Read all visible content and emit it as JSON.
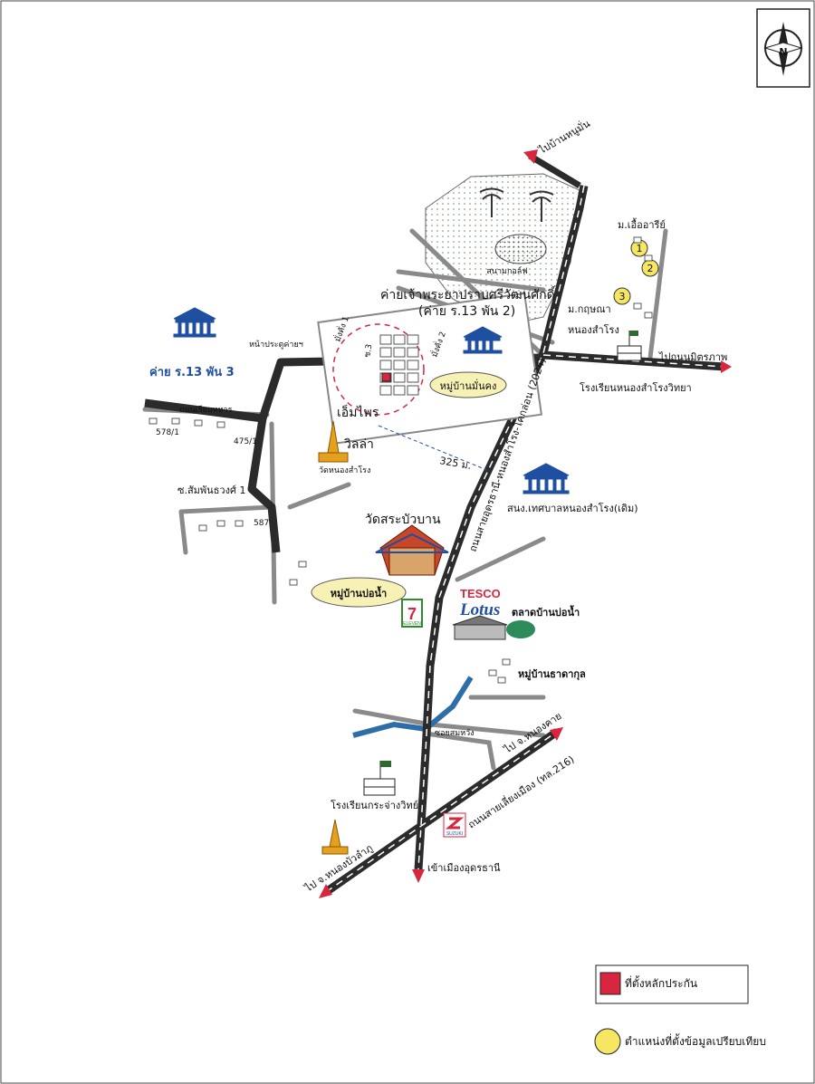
{
  "labels": {
    "north": "N",
    "to_ban_nong_mun": "ไปบ้านหนูมั่น",
    "golf_course": "สนามกอล์ฟ",
    "camp_prajak": "ค่ายเจ้าพระยาปราบศรีวัฒนศักดิ์",
    "camp_13_2": "(ค่าย ร.13 พัน 2)",
    "camp_13_3": "ค่าย ร.13 พัน 3",
    "camp_front": "หน้าประตูค่ายฯ",
    "m_ua_aree": "ม.เอื้ออารีย์",
    "m_krisna": "ม.กฤษณา",
    "nong_sam_rong": "หนองสำโรง",
    "to_mitraphap": "ไปถนนมิตรภาพ",
    "school_nsr_witthaya": "โรงเรียนหนองสำโรงวิทยา",
    "moo_ban_mankhong": "หมู่บ้านมั่นคง",
    "road_3": "ถนนเรียบทหาร",
    "m_575": "578/1",
    "m_475": "475/1",
    "m_587": "587",
    "emphai": "เอ็มไพร",
    "villa": "วิลล่า",
    "wat_nong_sam_rong": "วัดหนองสำโรง",
    "distance": "325 ม.",
    "soi_samphan": "ซ.สัมพันธวงศ์ 1",
    "wat_sra_bua_ban": "วัดสระบัวบาน",
    "municipality": "สนง.เทศบาลหนองสำโรง(เดิม)",
    "main_road": "ถนนสายอุดรธานี-หนองสำโรง-โคกล่อน (2024)",
    "moo_ban_bo_nam": "หมู่บ้านบ่อน้ำ",
    "tesco": "TESCO",
    "lotus": "Lotus",
    "market": "ตลาดบ้านบ่อน้ำ",
    "seven": "7",
    "eleven": "ELEVEN",
    "moo_ban_thakul": "หมู่บ้านธาดากุล",
    "soi_somwang": "ซอยสมหวัง",
    "to_nong_khai": "ไป จ.หนองคาย",
    "bypass_road": "ถนนสายเลี่ยงเมือง (ทล.216)",
    "school_kraja": "โรงเรียนกระจ่างวิทย์",
    "suzuki": "SUZUKI",
    "to_nong_bua_lamphu": "ไป จ.หนองบัวลำภู",
    "to_udon_city": "เข้าเมืองอุดรธานี",
    "marker_1": "1",
    "marker_2": "2",
    "marker_3": "3",
    "road_soi_1": "มั่งคั่ง 1",
    "road_soi_3": "ซ.3",
    "road_soi_2": "มั่งคั่ง 2"
  },
  "legend": {
    "collateral": "ที่ตั้งหลักประกัน",
    "comparable": "ตำแหน่งที่ตั้งข้อมูลเปรียบเทียบ"
  },
  "colors": {
    "collateral_marker": "#d7263d",
    "comparable_marker": "#f5e663",
    "label_blue": "#1f4fa0",
    "road_dark": "#2b2b2b",
    "road_grey": "#8a8a8a",
    "golf_fill": "#e6efe6",
    "highlight_ellipse": "#f7f1b5"
  }
}
